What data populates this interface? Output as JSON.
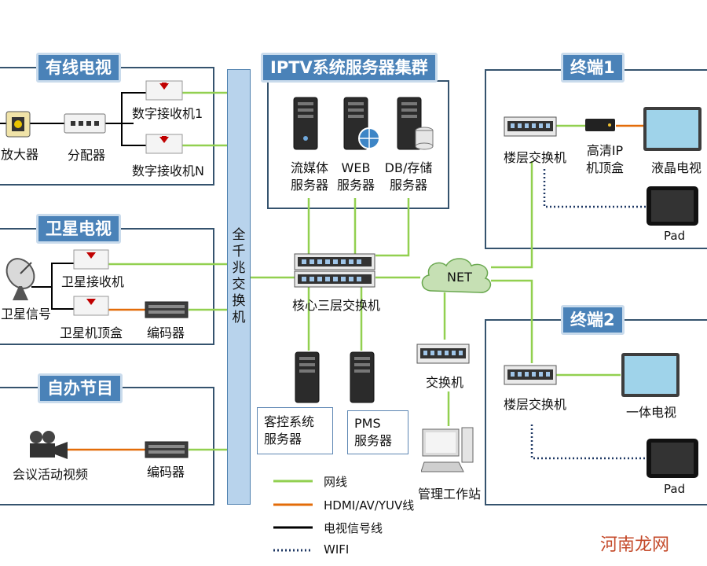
{
  "sections": {
    "cable_tv": "有线电视",
    "iptv_cluster": "IPTV系统服务器集群",
    "terminal_1": "终端1",
    "satellite_tv": "卫星电视",
    "self_program": "自办节目",
    "terminal_2": "终端2"
  },
  "cable": {
    "amplifier": "放大器",
    "splitter": "分配器",
    "receiver_1": "数字接收机1",
    "receiver_n": "数字接收机N"
  },
  "satellite": {
    "receiver": "卫星接收机",
    "signal": "卫星信号",
    "settop": "卫星机顶盒",
    "encoder": "编码器"
  },
  "self": {
    "video": "会议活动视频",
    "encoder": "编码器"
  },
  "backbone": {
    "label_chars": [
      "全",
      "千",
      "兆",
      "交",
      "换",
      "机"
    ]
  },
  "servers": {
    "streaming_l1": "流媒体",
    "streaming_l2": "服务器",
    "web_l1": "WEB",
    "web_l2": "服务器",
    "db_l1": "DB/存储",
    "db_l2": "服务器"
  },
  "core": {
    "switch": "核心三层交换机",
    "net": "NET",
    "switch_small": "交换机",
    "guest_l1": "客控系统",
    "guest_l2": "服务器",
    "pms_l1": "PMS",
    "pms_l2": "服务器",
    "workstation": "管理工作站"
  },
  "terminal1": {
    "floor_switch": "楼层交换机",
    "settop_l1": "高清IP",
    "settop_l2": "机顶盒",
    "lcd_tv": "液晶电视",
    "pad": "Pad"
  },
  "terminal2": {
    "floor_switch": "楼层交换机",
    "aio_tv": "一体电视",
    "pad": "Pad"
  },
  "legend": {
    "network": "网线",
    "hdmi": "HDMI/AV/YUV线",
    "tv_signal": "电视信号线",
    "wifi": "WIFI"
  },
  "watermark": "河南龙网",
  "colors": {
    "network_line": "#92d050",
    "hdmi_line": "#e36c09",
    "tv_signal_line": "#000000",
    "wifi_line": "#1f3864",
    "section_tag": "#4a82b8",
    "panel_border": "#35536e",
    "backbone_bar": "#b8d3ec"
  }
}
